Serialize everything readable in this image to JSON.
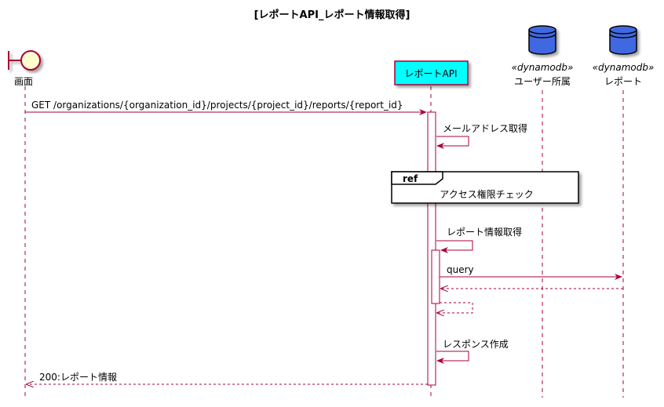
{
  "diagram": {
    "title": "[レポートAPI_レポート情報取得]",
    "participants": {
      "screen": {
        "label": "画面"
      },
      "api": {
        "label": "レポートAPI"
      },
      "user_org": {
        "stereotype": "«dynamodb»",
        "label": "ユーザー所属"
      },
      "report_db": {
        "stereotype": "«dynamodb»",
        "label": "レポート"
      }
    },
    "messages": {
      "request": "GET /organizations/{organization_id}/projects/{project_id}/reports/{report_id}",
      "mail": "メールアドレス取得",
      "report_info": "レポート情報取得",
      "query": "query",
      "response_build": "レスポンス作成",
      "response": "200:レポート情報"
    },
    "ref": {
      "tag": "ref",
      "text": "アクセス権限チェック"
    },
    "colors": {
      "arrow": "#A80036",
      "lifeline": "#A80036",
      "boundary_fill": "#FEFECE",
      "api_fill": "#00FFFF",
      "db_fill": "#4169E1",
      "ref_fill": "#FFFFFF"
    }
  }
}
